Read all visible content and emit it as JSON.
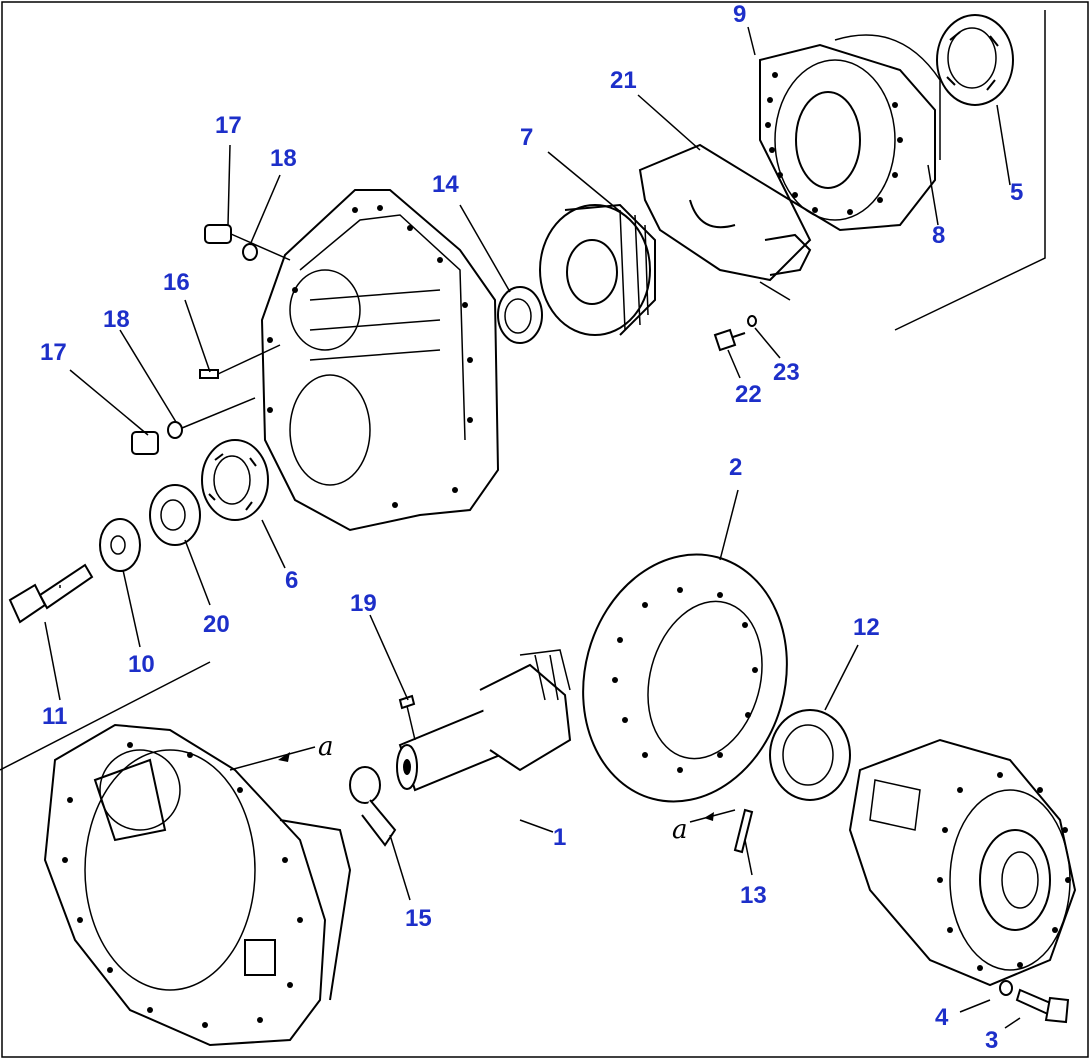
{
  "diagram": {
    "callouts": [
      {
        "id": "c1",
        "label": "1"
      },
      {
        "id": "c2",
        "label": "2"
      },
      {
        "id": "c3",
        "label": "3"
      },
      {
        "id": "c4",
        "label": "4"
      },
      {
        "id": "c5",
        "label": "5"
      },
      {
        "id": "c6",
        "label": "6"
      },
      {
        "id": "c7",
        "label": "7"
      },
      {
        "id": "c8",
        "label": "8"
      },
      {
        "id": "c9",
        "label": "9"
      },
      {
        "id": "c10",
        "label": "10"
      },
      {
        "id": "c11",
        "label": "11"
      },
      {
        "id": "c12",
        "label": "12"
      },
      {
        "id": "c13",
        "label": "13"
      },
      {
        "id": "c14",
        "label": "14"
      },
      {
        "id": "c15",
        "label": "15"
      },
      {
        "id": "c16",
        "label": "16"
      },
      {
        "id": "c17a",
        "label": "17"
      },
      {
        "id": "c17b",
        "label": "17"
      },
      {
        "id": "c18a",
        "label": "18"
      },
      {
        "id": "c18b",
        "label": "18"
      },
      {
        "id": "c19",
        "label": "19"
      },
      {
        "id": "c20",
        "label": "20"
      },
      {
        "id": "c21",
        "label": "21"
      },
      {
        "id": "c22",
        "label": "22"
      },
      {
        "id": "c23",
        "label": "23"
      }
    ],
    "reference_marks": [
      {
        "id": "a1",
        "label": "a"
      },
      {
        "id": "a2",
        "label": "a"
      }
    ],
    "colors": {
      "callout": "#1d2fc9",
      "line": "#000000",
      "background": "#ffffff"
    }
  }
}
